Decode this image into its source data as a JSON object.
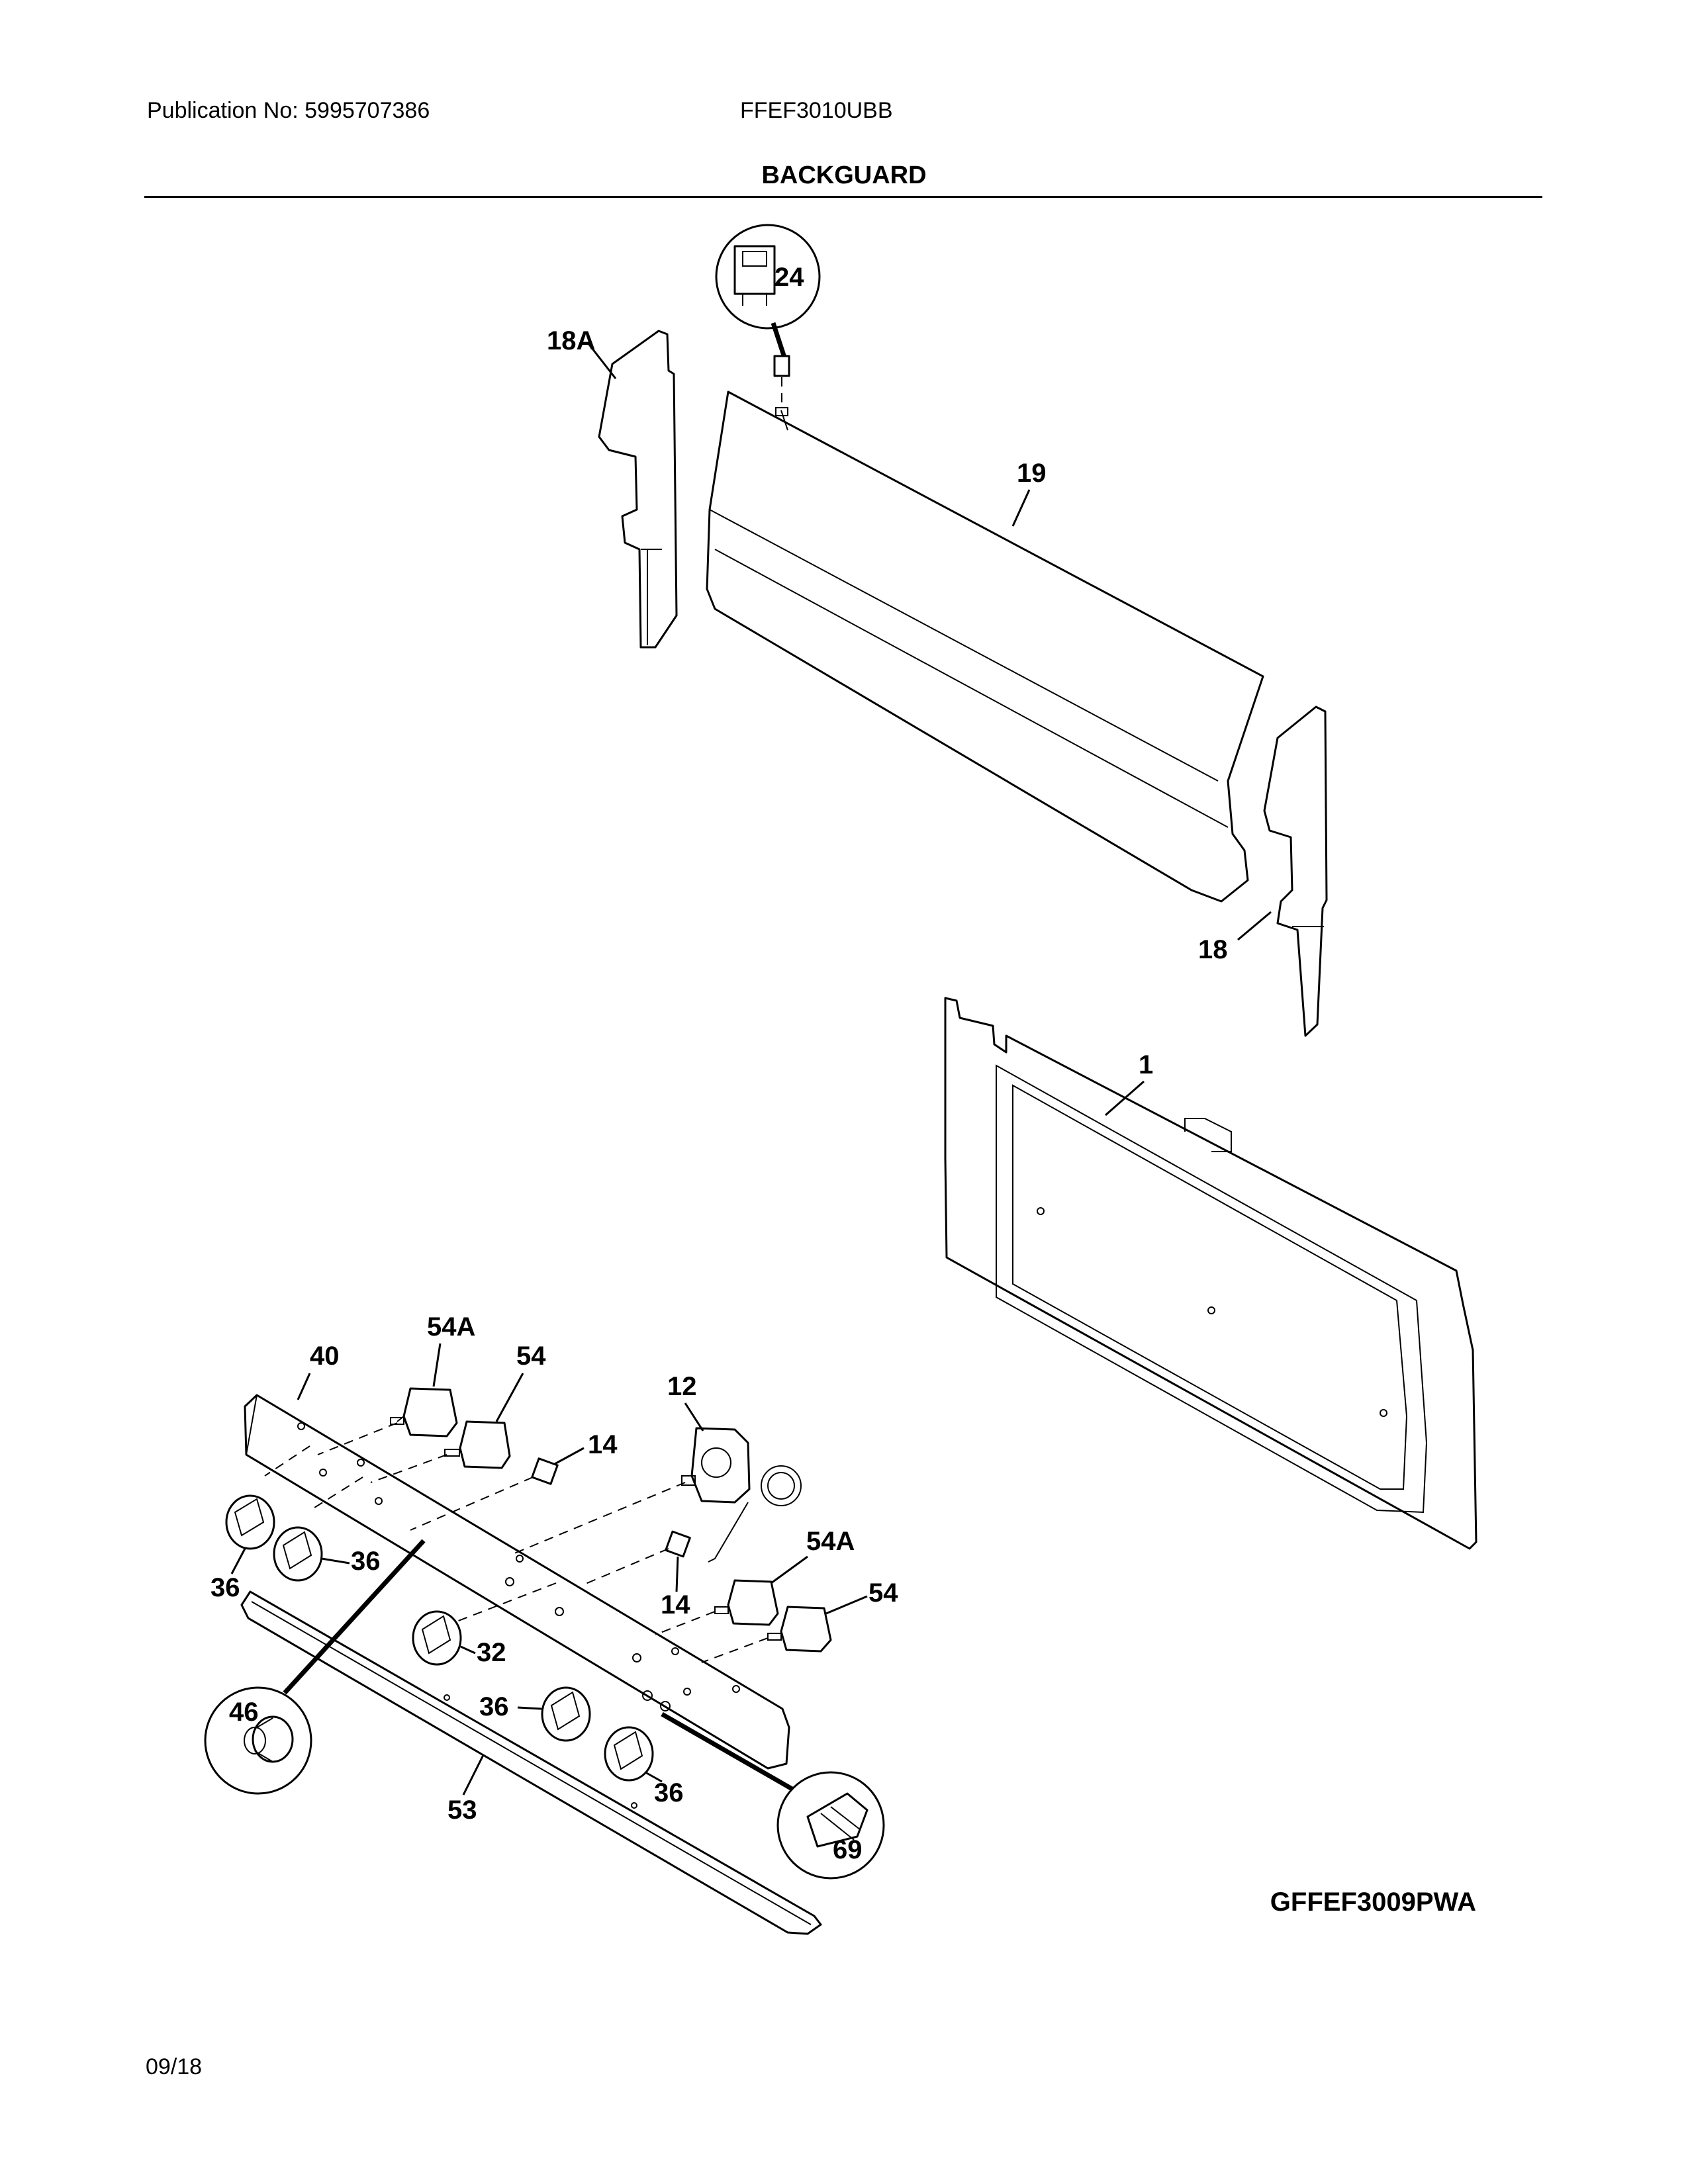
{
  "header": {
    "publication": "Publication No: 5995707386",
    "model": "FFEF3010UBB",
    "title": "BACKGUARD"
  },
  "footer": {
    "reference_code": "GFFEF3009PWA",
    "date": "09/18"
  },
  "callouts": {
    "c24": "24",
    "c18a": "18A",
    "c19": "19",
    "c18": "18",
    "c1": "1",
    "c40": "40",
    "c54a_top": "54A",
    "c54_top": "54",
    "c12": "12",
    "c14_top": "14",
    "c54a_mid": "54A",
    "c54_mid": "54",
    "c14_mid": "14",
    "c36_a": "36",
    "c36_b": "36",
    "c32": "32",
    "c36_c": "36",
    "c36_d": "36",
    "c46": "46",
    "c53": "53",
    "c69": "69"
  }
}
